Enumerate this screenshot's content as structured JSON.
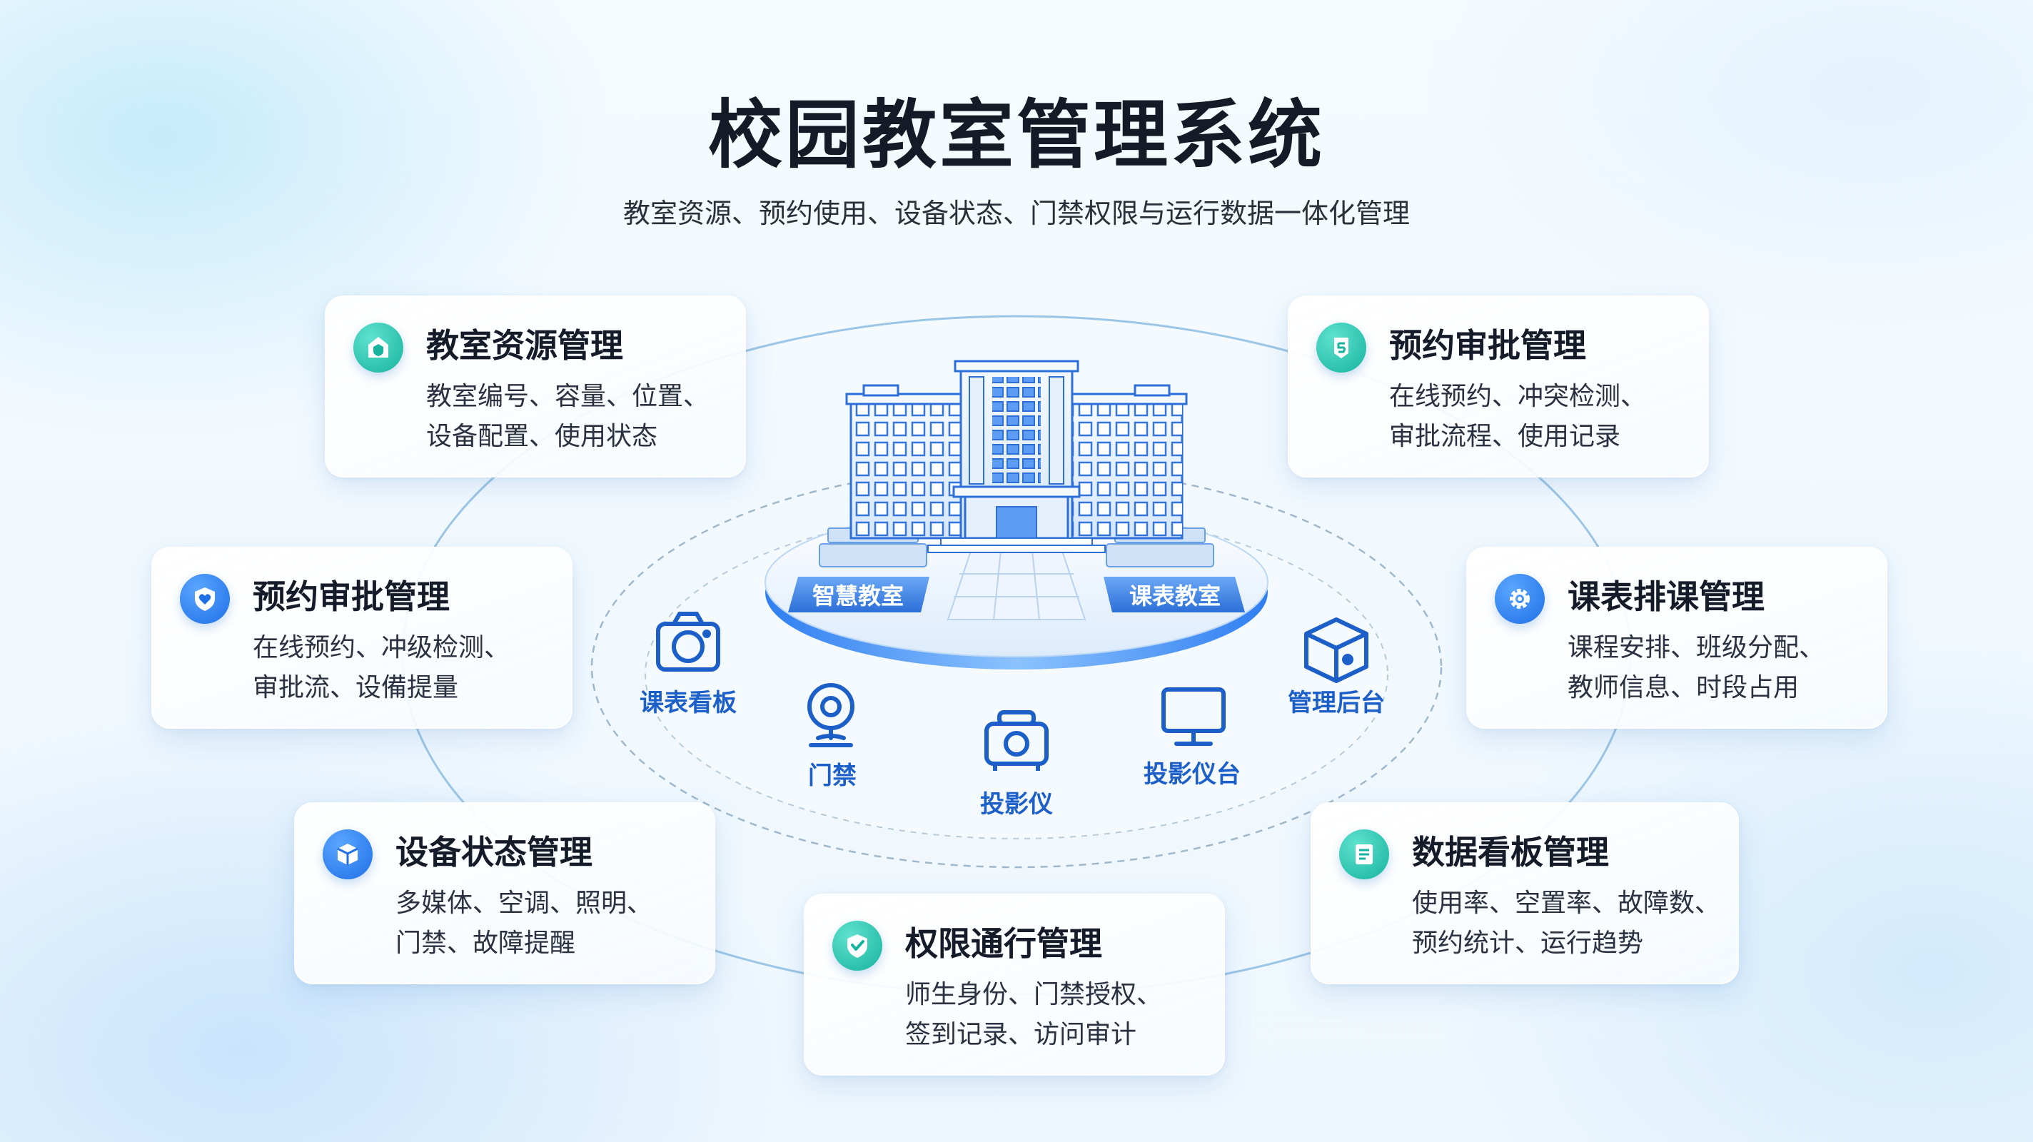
{
  "page": {
    "title": "校园教室管理系统",
    "subtitle": "教室资源、预约使用、设备状态、门禁权限与运行数据一体化管理"
  },
  "colors": {
    "accent_blue": "#1f6fe6",
    "accent_teal": "#16b39e",
    "label_blue": "#1d5fc8"
  },
  "center": {
    "building_signs": [
      "智慧教室",
      "课表教室"
    ],
    "devices": [
      {
        "label": "课表看板",
        "icon": "camera-icon"
      },
      {
        "label": "门禁",
        "icon": "webcam-icon"
      },
      {
        "label": "投影仪",
        "icon": "projector-icon"
      },
      {
        "label": "投影仪台",
        "icon": "monitor-icon"
      },
      {
        "label": "管理后台",
        "icon": "cube-icon"
      }
    ]
  },
  "modules": [
    {
      "title": "教室资源管理",
      "lines": [
        "教室编号、容量、位置、",
        "设备配置、使用状态"
      ],
      "icon": "home-shield-icon",
      "color": "teal"
    },
    {
      "title": "预约审批管理",
      "lines": [
        "在线预约、冲突检测、",
        "审批流程、使用记录"
      ],
      "icon": "tag-icon",
      "color": "teal"
    },
    {
      "title": "预约审批管理",
      "lines": [
        "在线预约、冲级检测、",
        "审批流、设備提量"
      ],
      "icon": "heart-shield-icon",
      "color": "blue"
    },
    {
      "title": "课表排课管理",
      "lines": [
        "课程安排、班级分配、",
        "教师信息、时段占用"
      ],
      "icon": "gear-icon",
      "color": "blue"
    },
    {
      "title": "设备状态管理",
      "lines": [
        "多媒体、空调、照明、",
        "门禁、故障提醒"
      ],
      "icon": "box-icon",
      "color": "blue"
    },
    {
      "title": "数据看板管理",
      "lines": [
        "使用率、空置率、故障数、",
        "预约统计、运行趋势"
      ],
      "icon": "document-icon",
      "color": "teal"
    },
    {
      "title": "权限通行管理",
      "lines": [
        "师生身份、门禁授权、",
        "签到记录、访问审计"
      ],
      "icon": "check-shield-icon",
      "color": "teal"
    }
  ]
}
